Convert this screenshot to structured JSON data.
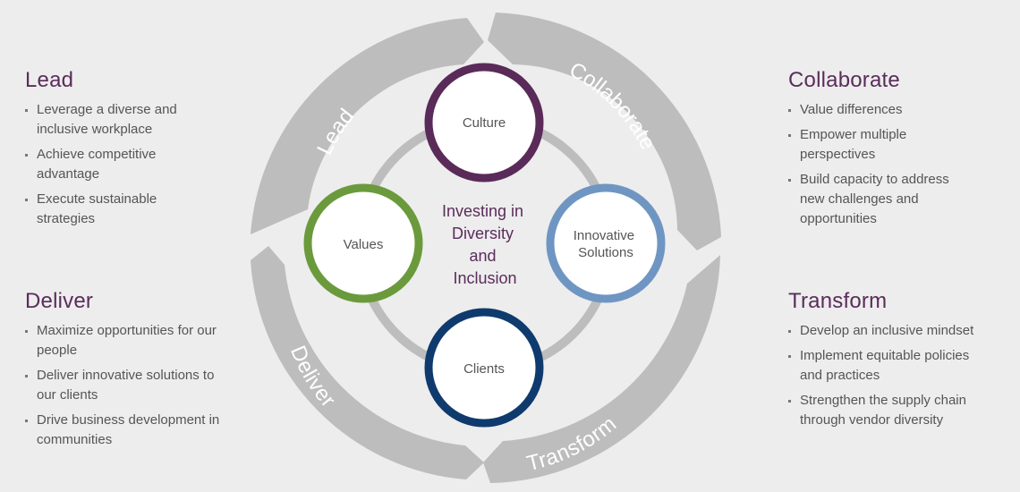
{
  "center": {
    "line1": "Investing in",
    "line2": "Diversity",
    "line3": "and",
    "line4": "Inclusion"
  },
  "nodes": {
    "culture": {
      "label": "Culture",
      "color": "#5a2a59"
    },
    "values": {
      "label": "Values",
      "color": "#6b9a3c"
    },
    "innovative": {
      "line1": "Innovative",
      "line2": "Solutions",
      "color": "#6f96c2"
    },
    "clients": {
      "label": "Clients",
      "color": "#0f3a6e"
    }
  },
  "arcs": {
    "lead": "Lead",
    "collaborate": "Collaborate",
    "transform": "Transform",
    "deliver": "Deliver",
    "color": "#bdbdbd"
  },
  "panels": {
    "lead": {
      "title": "Lead",
      "items": [
        "Leverage a diverse and inclusive workplace",
        "Achieve competitive advantage",
        "Execute sustainable strategies"
      ]
    },
    "deliver": {
      "title": "Deliver",
      "items": [
        "Maximize opportunities for our people",
        "Deliver innovative solutions to our clients",
        "Drive business development in communities"
      ]
    },
    "collaborate": {
      "title": "Collaborate",
      "items": [
        "Value differences",
        "Empower multiple perspectives",
        "Build capacity to address new challenges and opportunities"
      ]
    },
    "transform": {
      "title": "Transform",
      "items": [
        "Develop an inclusive mindset",
        "Implement equitable policies and practices",
        "Strengthen the supply chain through vendor diversity"
      ]
    }
  }
}
